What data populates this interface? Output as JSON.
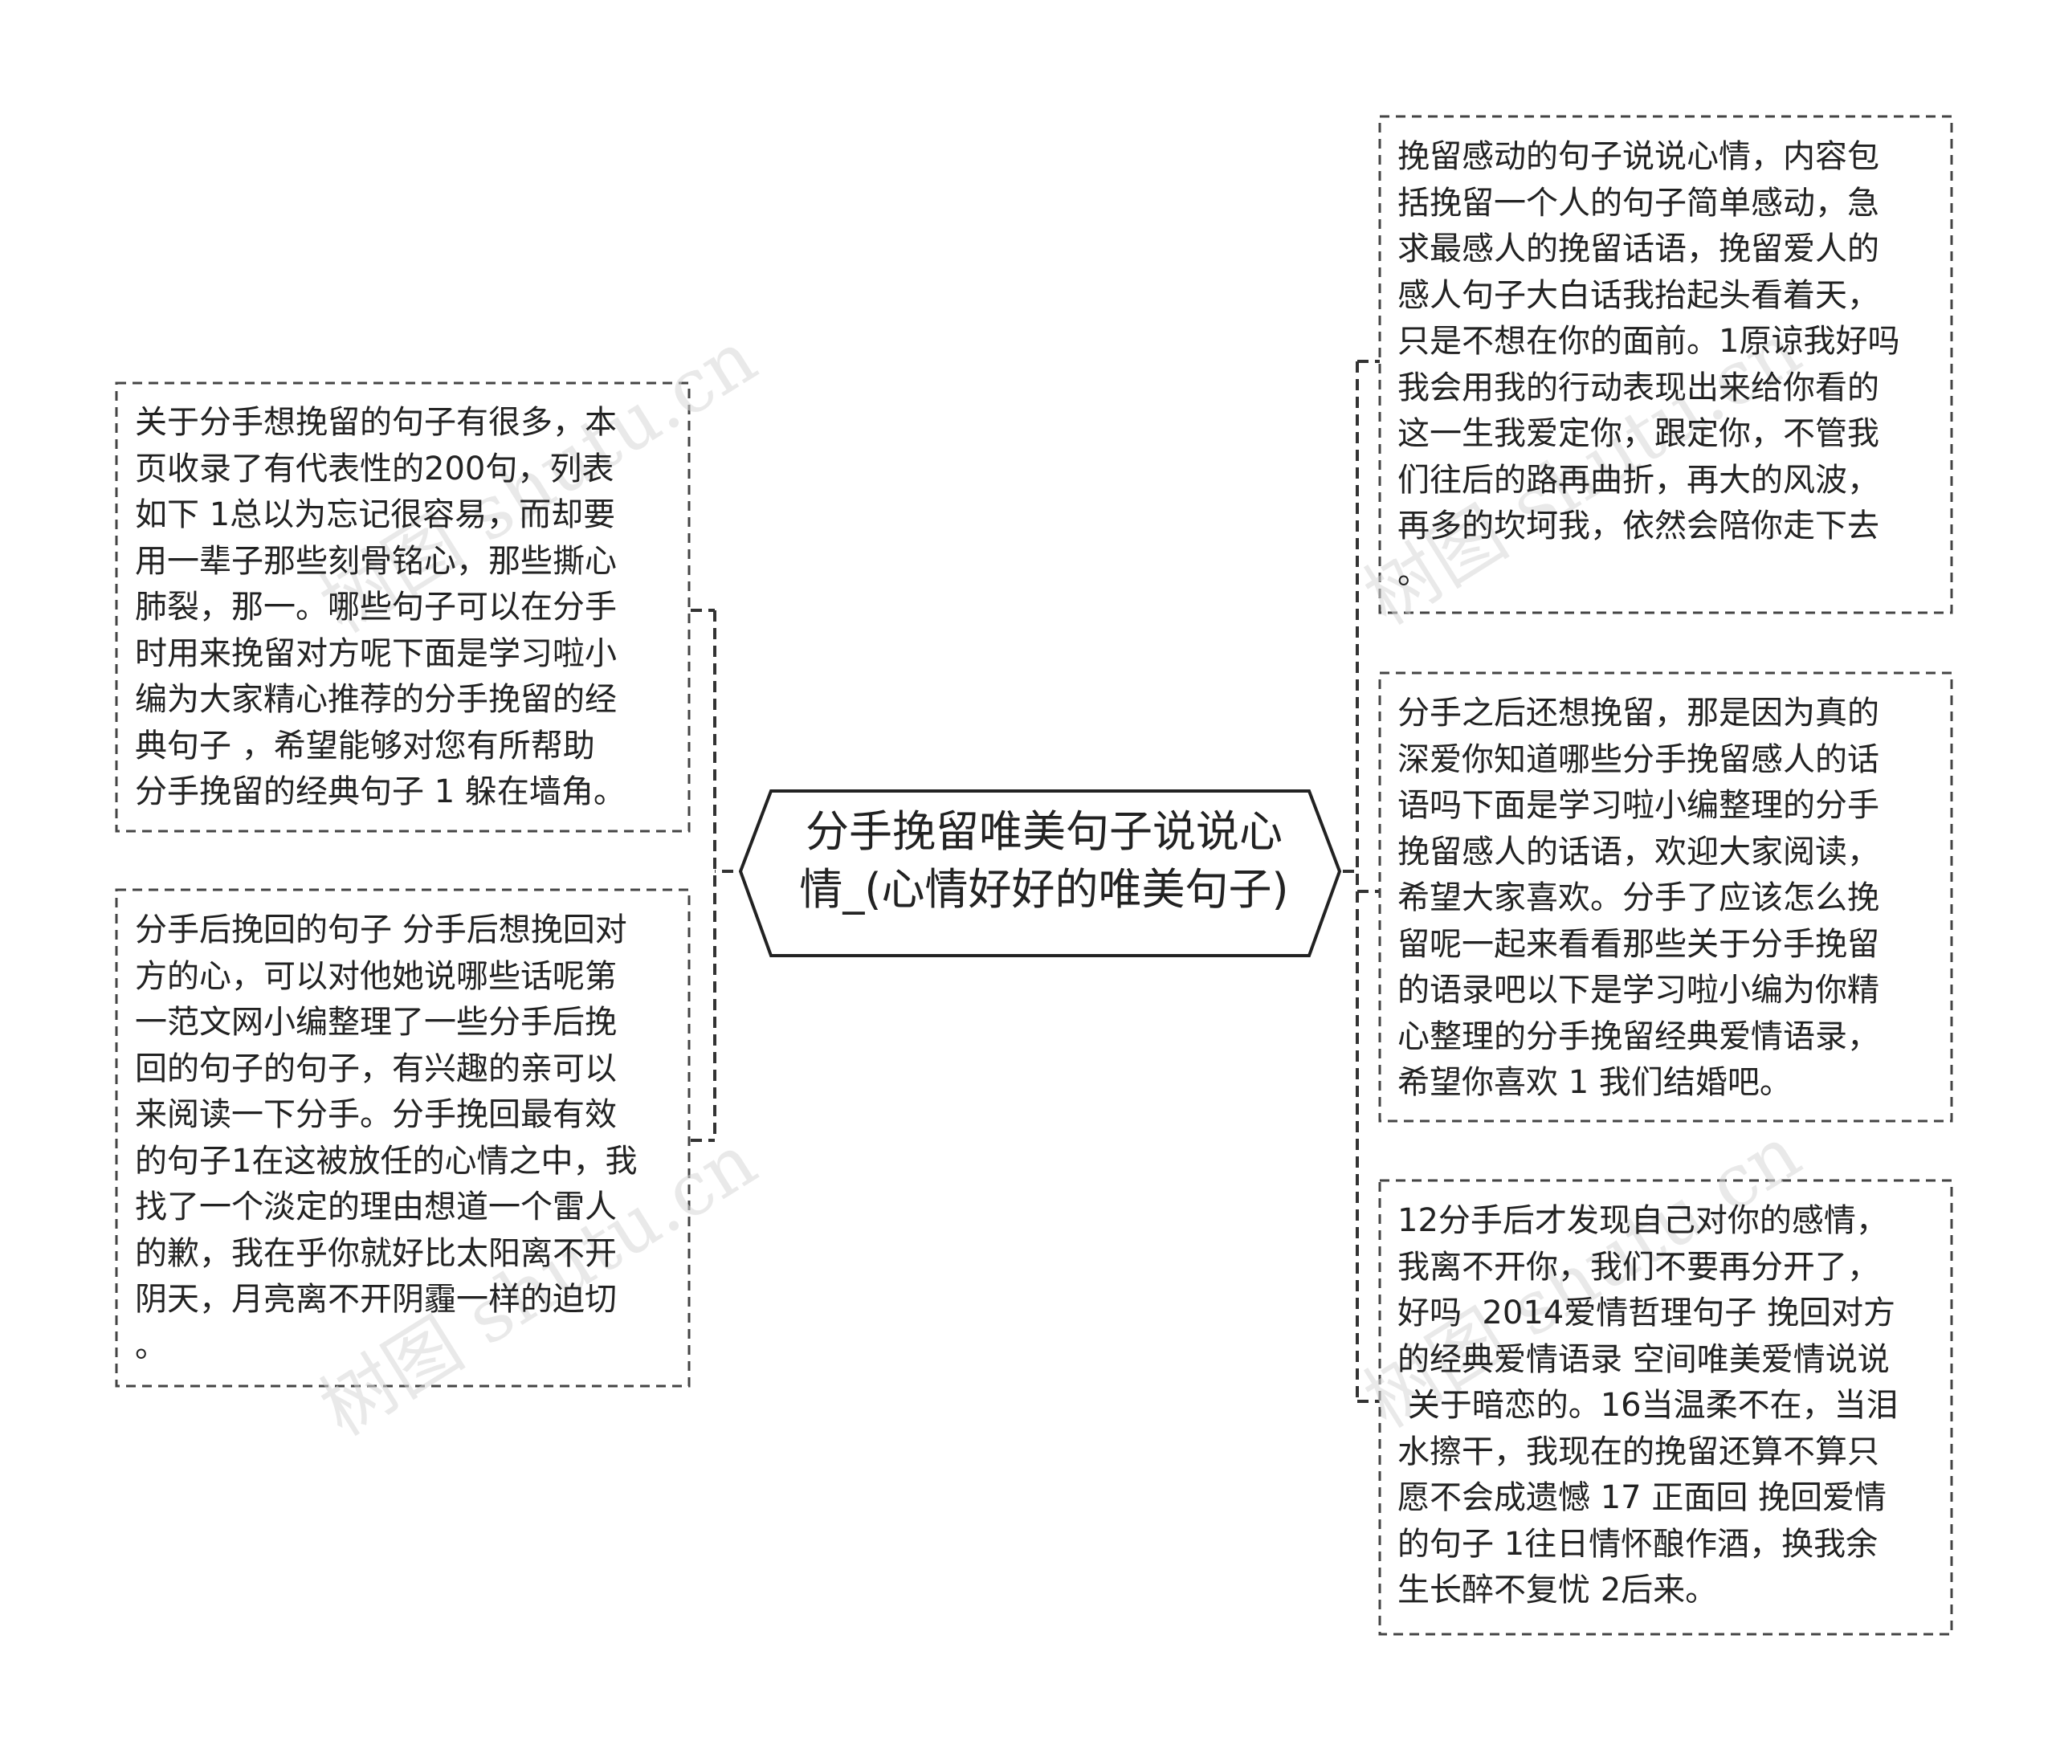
{
  "central_topic": "分手挽留唯美句子说说心\n情_(心情好好的唯美句子)",
  "left_nodes": [
    {
      "text": "关于分手想挽留的句子有很多，本\n页收录了有代表性的200句，列表\n如下 1总以为忘记很容易，而却要\n用一辈子那些刻骨铭心，那些撕心\n肺裂，那一。哪些句子可以在分手\n时用来挽留对方呢下面是学习啦小\n编为大家精心推荐的分手挽留的经\n典句子 ，希望能够对您有所帮助\n分手挽留的经典句子 1 躲在墙角。"
    },
    {
      "text": "分手后挽回的句子 分手后想挽回对\n方的心，可以对他她说哪些话呢第\n一范文网小编整理了一些分手后挽\n回的句子的句子，有兴趣的亲可以\n来阅读一下分手。分手挽回最有效\n的句子1在这被放任的心情之中，我\n找了一个淡定的理由想道一个雷人\n的歉，我在乎你就好比太阳离不开\n阴天，月亮离不开阴霾一样的迫切\n。"
    }
  ],
  "right_nodes": [
    {
      "text": "挽留感动的句子说说心情，内容包\n括挽留一个人的句子简单感动，急\n求最感人的挽留话语，挽留爱人的\n感人句子大白话我抬起头看着天，\n只是不想在你的面前。1原谅我好吗\n我会用我的行动表现出来给你看的\n这一生我爱定你，跟定你，不管我\n们往后的路再曲折，再大的风波，\n再多的坎坷我，依然会陪你走下去\n。"
    },
    {
      "text": "分手之后还想挽留，那是因为真的\n深爱你知道哪些分手挽留感人的话\n语吗下面是学习啦小编整理的分手\n挽留感人的话语，欢迎大家阅读，\n希望大家喜欢。分手了应该怎么挽\n留呢一起来看看那些关于分手挽留\n的语录吧以下是学习啦小编为你精\n心整理的分手挽留经典爱情语录，\n希望你喜欢 1 我们结婚吧。"
    },
    {
      "text": "12分手后才发现自己对你的感情，\n我离不开你，我们不要再分开了，\n好吗  2014爱情哲理句子 挽回对方\n的经典爱情语录 空间唯美爱情说说\n 关于暗恋的。16当温柔不在，当泪\n水擦干，我现在的挽留还算不算只\n愿不会成遗憾 17 正面回 挽回爱情\n的句子 1往日情怀酿作酒，换我余\n生长醉不复忧 2后来。"
    }
  ],
  "watermark": "树图 shutu.cn"
}
